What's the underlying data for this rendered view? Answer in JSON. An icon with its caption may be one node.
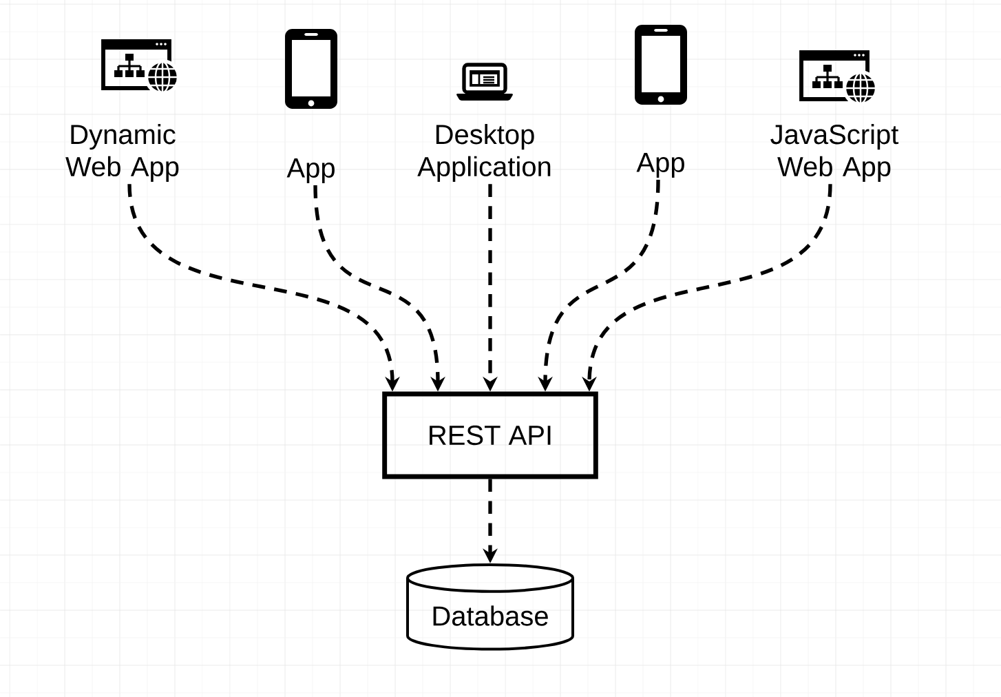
{
  "diagram": {
    "nodes": [
      {
        "text": [
          "Dynamic Web App"
        ]
      },
      {
        "text": [
          "App"
        ]
      },
      {
        "text": [
          "Desktop Application"
        ]
      },
      {
        "text": [
          "App"
        ]
      },
      {
        "text": [
          "JavaScript Web App"
        ]
      },
      {
        "text": [
          "REST API"
        ]
      },
      {
        "text": [
          "Database"
        ]
      }
    ],
    "edges": [
      {
        "from": 0,
        "to": 5,
        "arrow": "to",
        "style": "dashed"
      },
      {
        "from": 1,
        "to": 5,
        "arrow": "to",
        "style": "dashed"
      },
      {
        "from": 2,
        "to": 5,
        "arrow": "to",
        "style": "dashed"
      },
      {
        "from": 3,
        "to": 5,
        "arrow": "to",
        "style": "dashed"
      },
      {
        "from": 4,
        "to": 5,
        "arrow": "to",
        "style": "dashed"
      },
      {
        "from": 5,
        "to": 6,
        "arrow": "to",
        "style": "dashed"
      }
    ]
  }
}
